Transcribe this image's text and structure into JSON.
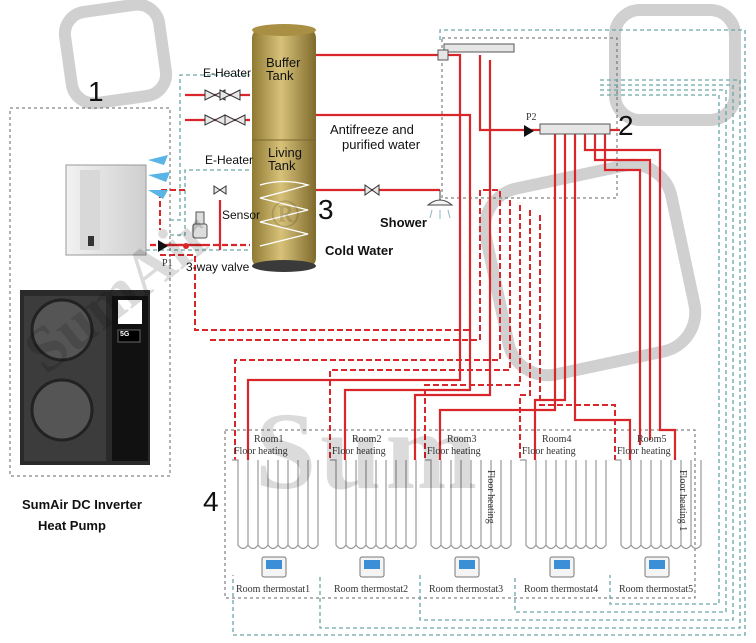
{
  "zones": {
    "z1": "1",
    "z2": "2",
    "z3": "3",
    "z4": "4"
  },
  "labels": {
    "buffer_tank": "Buffer\nTank",
    "living_tank": "Living\nTank",
    "e_heater_top": "E-Heater",
    "e_heater_mid": "E-Heater",
    "antifreeze": "Antifreeze and",
    "purified": "purified water",
    "shower": "Shower",
    "cold_water": "Cold Water",
    "sensor": "Sensor",
    "three_way": "3-way valve",
    "p1": "P1",
    "p2": "P2",
    "heat_pump_line1": "SumAir DC Inverter",
    "heat_pump_line2": "Heat Pump",
    "unit_badge": "5G"
  },
  "rooms": [
    {
      "name": "Room1",
      "heating": "Floor heating",
      "thermostat": "Room thermostat1"
    },
    {
      "name": "Room2",
      "heating": "Floor heating",
      "thermostat": "Room thermostat2"
    },
    {
      "name": "Room3",
      "heating": "Floor heating",
      "thermostat": "Room thermostat3"
    },
    {
      "name": "Room4",
      "heating": "Floor heating",
      "thermostat": "Room thermostat4"
    },
    {
      "name": "Room5",
      "heating": "Floor heating",
      "thermostat": "Room thermostat5"
    }
  ],
  "floor_heating_vertical": [
    "Floor heating",
    "Floor heating 1"
  ],
  "watermark": {
    "brand": "SumAir",
    "sub": "Sum",
    "reg": "®"
  },
  "colors": {
    "supply": "#d9262a",
    "return": "#d9262a",
    "control": "#6aa6a6",
    "tank": "#b39b4a",
    "dashed_box": "#555555"
  }
}
